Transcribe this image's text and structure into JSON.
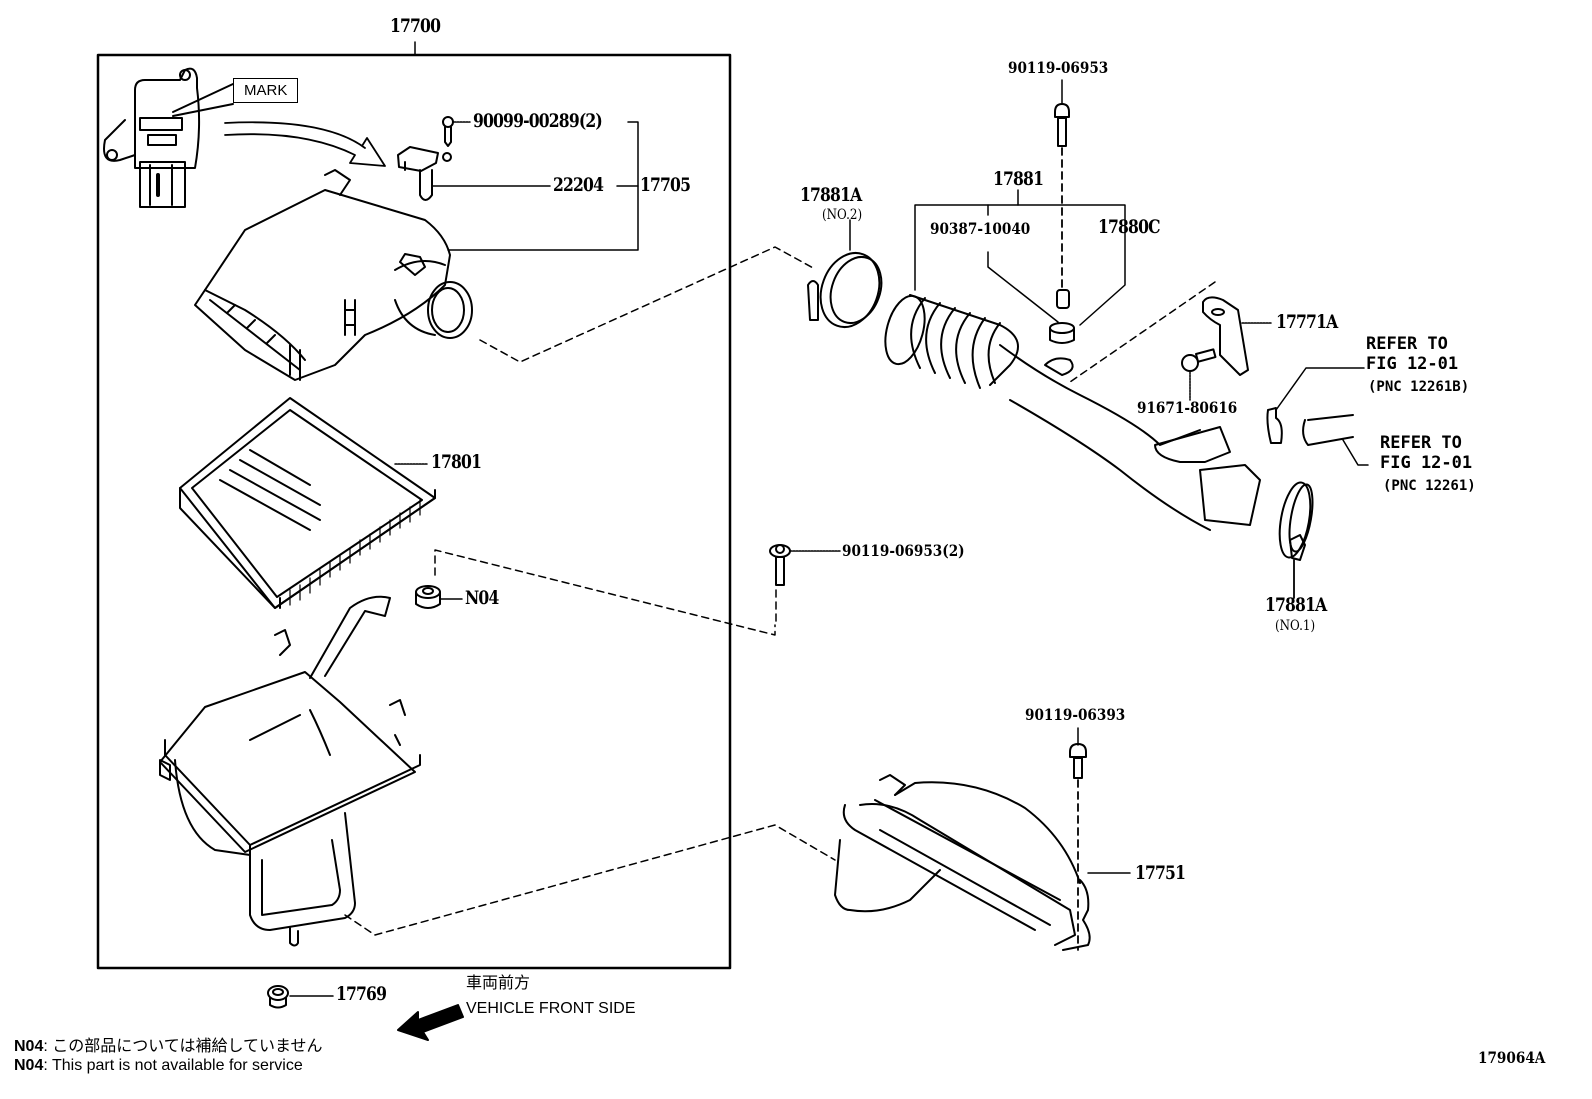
{
  "diagram": {
    "figure_id": "179064A",
    "assembly": {
      "part_no": "17700",
      "label": "MARK"
    },
    "parts": {
      "screw_sensor": "90099-00289(2)",
      "sensor": "22204",
      "cap_sub_assy": "17705",
      "element": "17801",
      "n04": "N04",
      "grommet": "17769",
      "bolt_top": "90119-06953",
      "hose_assy": "17881",
      "collar": "90387-10040",
      "cushion": "17880C",
      "clamp_no2": "17881A",
      "clamp_no2_sub": "(NO.2)",
      "bracket": "17771A",
      "bolt_bracket": "91671-80616",
      "bolt_mid": "90119-06953(2)",
      "clamp_no1": "17881A",
      "clamp_no1_sub": "(NO.1)",
      "bolt_lower": "90119-06393",
      "duct": "17751"
    },
    "refer1": {
      "line1": "REFER TO",
      "line2": "FIG 12-01",
      "line3": "(PNC 12261B)"
    },
    "refer2": {
      "line1": "REFER TO",
      "line2": "FIG 12-01",
      "line3": "(PNC 12261)"
    },
    "direction": {
      "jp": "車両前方",
      "en": "VEHICLE FRONT SIDE"
    },
    "notes": [
      {
        "code": "N04",
        "text": ": この部品については補給していません"
      },
      {
        "code": "N04",
        "text": ": This part is not available for service"
      }
    ]
  }
}
